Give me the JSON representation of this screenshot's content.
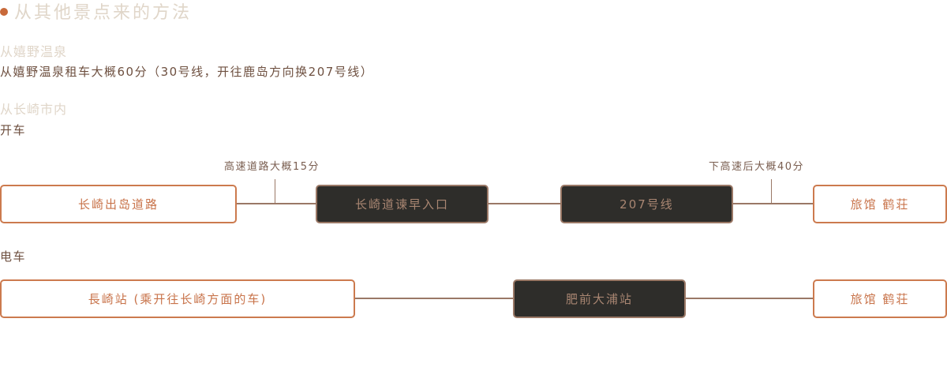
{
  "title": "从其他景点来的方法",
  "colors": {
    "accent": "#c8693a",
    "box_border": "#cc7a4e",
    "dark_box": "#2e2d2a",
    "connector": "#9a7866"
  },
  "sections": [
    {
      "heading": "从嬉野温泉",
      "text": "从嬉野温泉租车大概60分（30号线，开往鹿岛方向换207号线）"
    },
    {
      "heading": "从长崎市内"
    }
  ],
  "car": {
    "label": "开车",
    "notes": [
      "高速道路大概15分",
      "下高速后大概40分"
    ],
    "nodes": [
      "长崎出岛道路",
      "长崎道谏早入口",
      "207号线",
      "旅馆 鹤荘"
    ]
  },
  "train": {
    "label": "电车",
    "nodes": [
      "長崎站 (乘开往长崎方面的车)",
      "肥前大浦站",
      "旅馆 鹤荘"
    ]
  }
}
